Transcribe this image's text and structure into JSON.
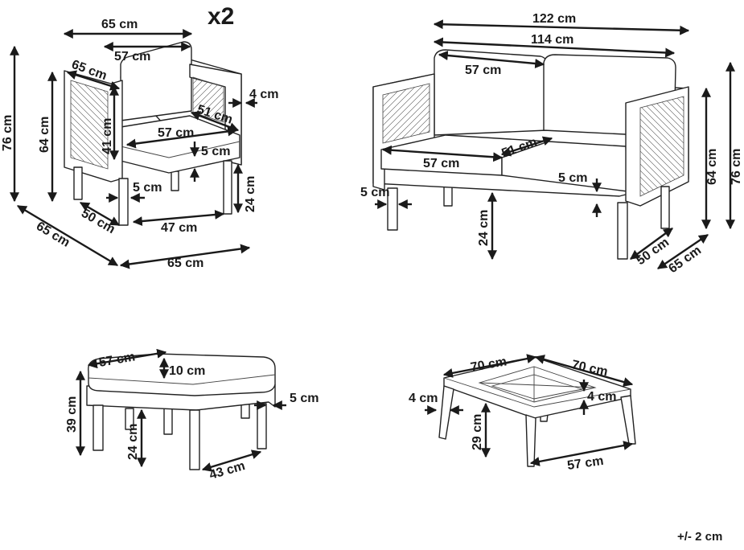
{
  "multiplier": "x2",
  "tolerance": "+/- 2 cm",
  "armchair": {
    "top_width": "65 cm",
    "back_cushion_width": "57 cm",
    "arm_depth": "65 cm",
    "overall_height": "76 cm",
    "arm_height": "64 cm",
    "back_height": "41 cm",
    "arm_thickness": "4 cm",
    "seat_depth": "51 cm",
    "seat_width": "57 cm",
    "cushion_thickness": "5 cm",
    "leg_width": "5 cm",
    "leg_height": "24 cm",
    "inner_depth": "50 cm",
    "leg_span": "47 cm",
    "side_depth": "65 cm",
    "front_width": "65 cm"
  },
  "sofa": {
    "overall_width": "122 cm",
    "inner_width": "114 cm",
    "back_cushion_width": "57 cm",
    "seat_depth": "51 cm",
    "seat_width": "57 cm",
    "cushion_thickness": "5 cm",
    "leg_width": "5 cm",
    "leg_height": "24 cm",
    "arm_height": "64 cm",
    "overall_height": "76 cm",
    "inner_depth": "50 cm",
    "overall_depth": "65 cm"
  },
  "ottoman": {
    "width": "57 cm",
    "cushion_thickness": "10 cm",
    "height": "39 cm",
    "frame_thickness": "5 cm",
    "leg_height": "24 cm",
    "leg_span": "43 cm"
  },
  "table": {
    "width": "70 cm",
    "depth": "70 cm",
    "top_thickness": "4 cm",
    "edge_thickness": "4 cm",
    "leg_height": "29 cm",
    "leg_span": "57 cm"
  }
}
